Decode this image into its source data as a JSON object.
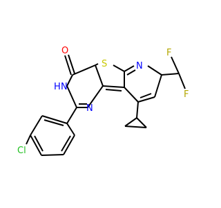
{
  "molecule": {
    "atom_labels": {
      "O": "O",
      "S": "S",
      "NH": "H",
      "N3": "N",
      "N1": "N",
      "N_pyr": "N",
      "F1": "F",
      "F2": "F",
      "Cl": "Cl"
    },
    "colors": {
      "bond": "#000000",
      "O": "#ff0000",
      "S": "#c8c800",
      "N": "#0000ff",
      "F": "#b3a600",
      "Cl": "#1fbf1f"
    }
  }
}
